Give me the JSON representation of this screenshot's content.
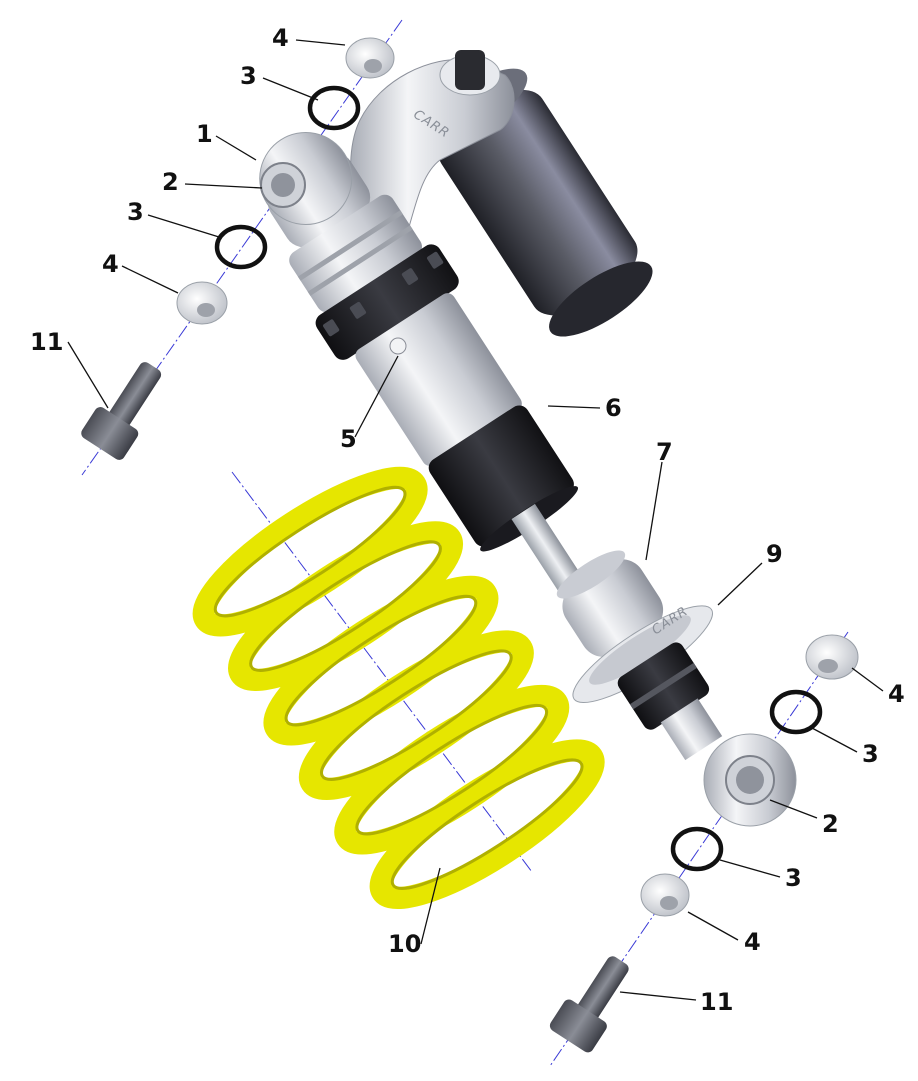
{
  "diagram": {
    "brand_marks": {
      "body_logo": "CARR",
      "spring_seat_logo": "CARR"
    },
    "callouts": {
      "c1": "1",
      "c2_top": "2",
      "c2_bottom": "2",
      "c3_top_a": "3",
      "c3_top_b": "3",
      "c3_bottom_a": "3",
      "c3_bottom_b": "3",
      "c4_top_a": "4",
      "c4_top_b": "4",
      "c4_bottom_a": "4",
      "c4_bottom_b": "4",
      "c5": "5",
      "c6": "6",
      "c7": "7",
      "c9": "9",
      "c10": "10",
      "c11_top": "11",
      "c11_bottom": "11"
    },
    "colors": {
      "spring": "#e6e600",
      "body_metal": "#d9dbe0",
      "reservoir_dark": "#3c3e46",
      "adjuster_black": "#1e1e22",
      "axis_line": "#3a3ad6"
    }
  }
}
